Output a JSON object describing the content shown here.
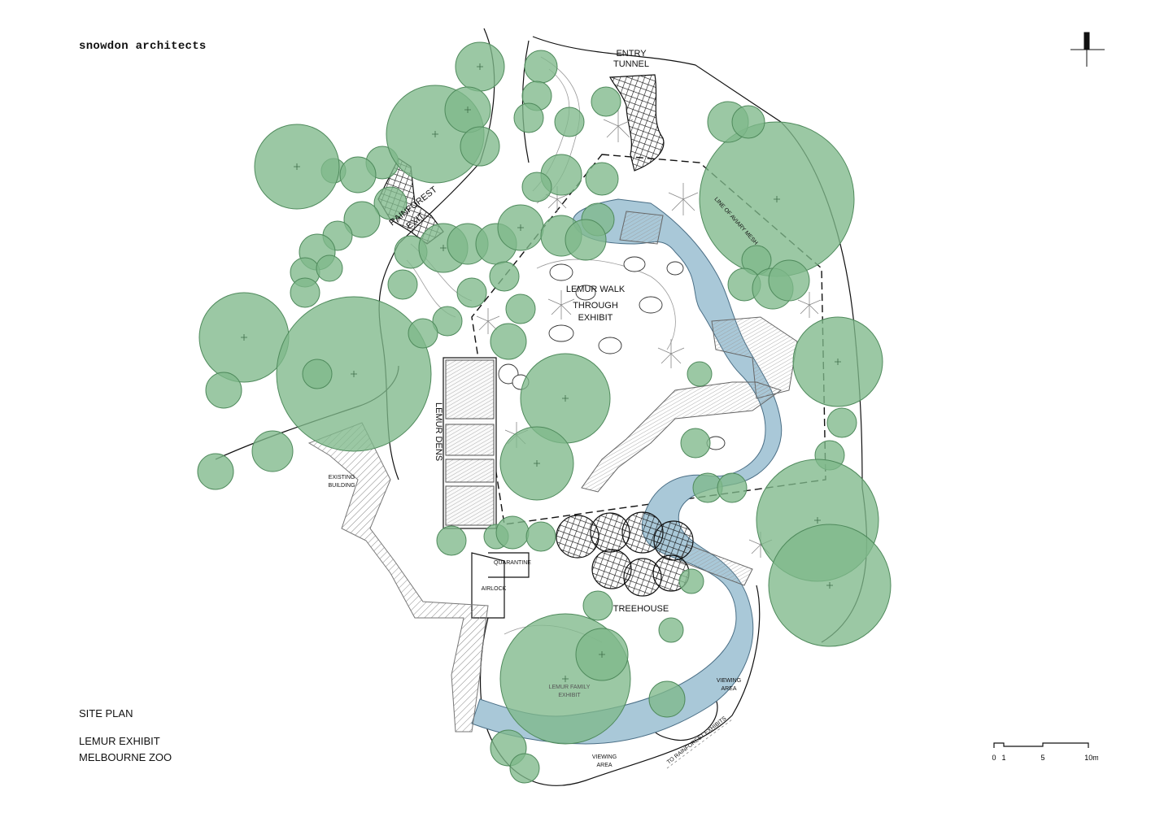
{
  "brand": "snowdon architects",
  "title_block": {
    "plan_type": "SITE PLAN",
    "project": "LEMUR EXHIBIT",
    "location": "MELBOURNE ZOO"
  },
  "labels": {
    "entry_tunnel_1": "ENTRY",
    "entry_tunnel_2": "TUNNEL",
    "rainforest_exit_1": "RAINFOREST",
    "rainforest_exit_2": "EXIT",
    "walk_through_1": "LEMUR WALK",
    "walk_through_2": "THROUGH",
    "walk_through_3": "EXHIBIT",
    "lemur_dens": "LEMUR DENS",
    "existing_building_1": "EXISTING",
    "existing_building_2": "BUILDING",
    "quarantine": "QUARANTINE",
    "airlock": "AIRLOCK",
    "treehouse": "TREEHOUSE",
    "family_exhibit_1": "LEMUR FAMILY",
    "family_exhibit_2": "EXHIBIT",
    "viewing_area_right_1": "VIEWING",
    "viewing_area_right_2": "AREA",
    "viewing_area_bottom_1": "VIEWING",
    "viewing_area_bottom_2": "AREA",
    "to_rainforest": "TO RAINFOREST EXHIBITS",
    "aviary_mesh": "LINE OF AVIARY MESH"
  },
  "scale_bar": {
    "ticks": [
      "0",
      "1",
      "5",
      "10m"
    ]
  },
  "colors": {
    "tree_fill": "#7fb98a",
    "tree_stroke": "#4f8a5c",
    "water": "#a9c8d8",
    "line": "#111111"
  }
}
